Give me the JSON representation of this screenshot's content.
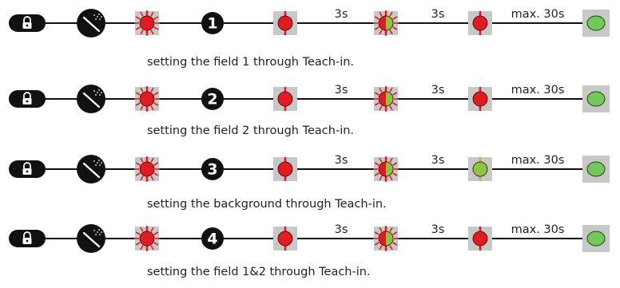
{
  "sequences": [
    {
      "digit": "1",
      "hold1": "3s",
      "hold2": "3s",
      "timeout": "max. 30s",
      "stage5": "red",
      "caption": "setting the field 1 through Teach-in."
    },
    {
      "digit": "2",
      "hold1": "3s",
      "hold2": "3s",
      "timeout": "max. 30s",
      "stage5": "red",
      "caption": "setting the field 2 through Teach-in."
    },
    {
      "digit": "3",
      "hold1": "3s",
      "hold2": "3s",
      "timeout": "max. 30s",
      "stage5": "green",
      "caption": "setting the background through Teach-in."
    },
    {
      "digit": "4",
      "hold1": "3s",
      "hold2": "3s",
      "timeout": "max. 30s",
      "stage5": "red",
      "caption": "setting the field 1&2 through Teach-in."
    }
  ],
  "colors": {
    "led_red": "#e11b22",
    "led_green": "#8cc63f",
    "led_green_final": "#74c75a",
    "box_gray": "#c8c8c6",
    "black": "#111111",
    "line": "#111111"
  },
  "icons": {
    "start": "lock-icon",
    "tool": "teach-tool-icon"
  }
}
